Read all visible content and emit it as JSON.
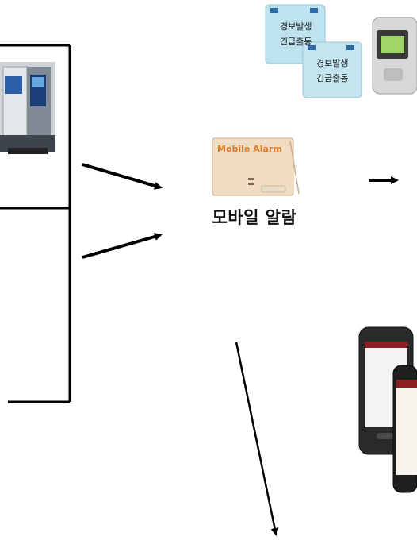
{
  "center_label": "모바일 알람",
  "alarm_device": {
    "brand_text": "Mobile Alarm"
  },
  "sms_messages": [
    {
      "line1": "경보발생",
      "line2": "긴급출동"
    },
    {
      "line1": "경보발생",
      "line2": "긴급출동"
    }
  ],
  "colors": {
    "line": "#000000",
    "device_beige": "#f0dcc0",
    "device_brand": "#e07a2a",
    "sms_bg": "#bfe3ee",
    "phone_silver": "#d8d8d8",
    "phone_dark": "#2a2a2a",
    "cnc_blue": "#2a5ea8"
  }
}
